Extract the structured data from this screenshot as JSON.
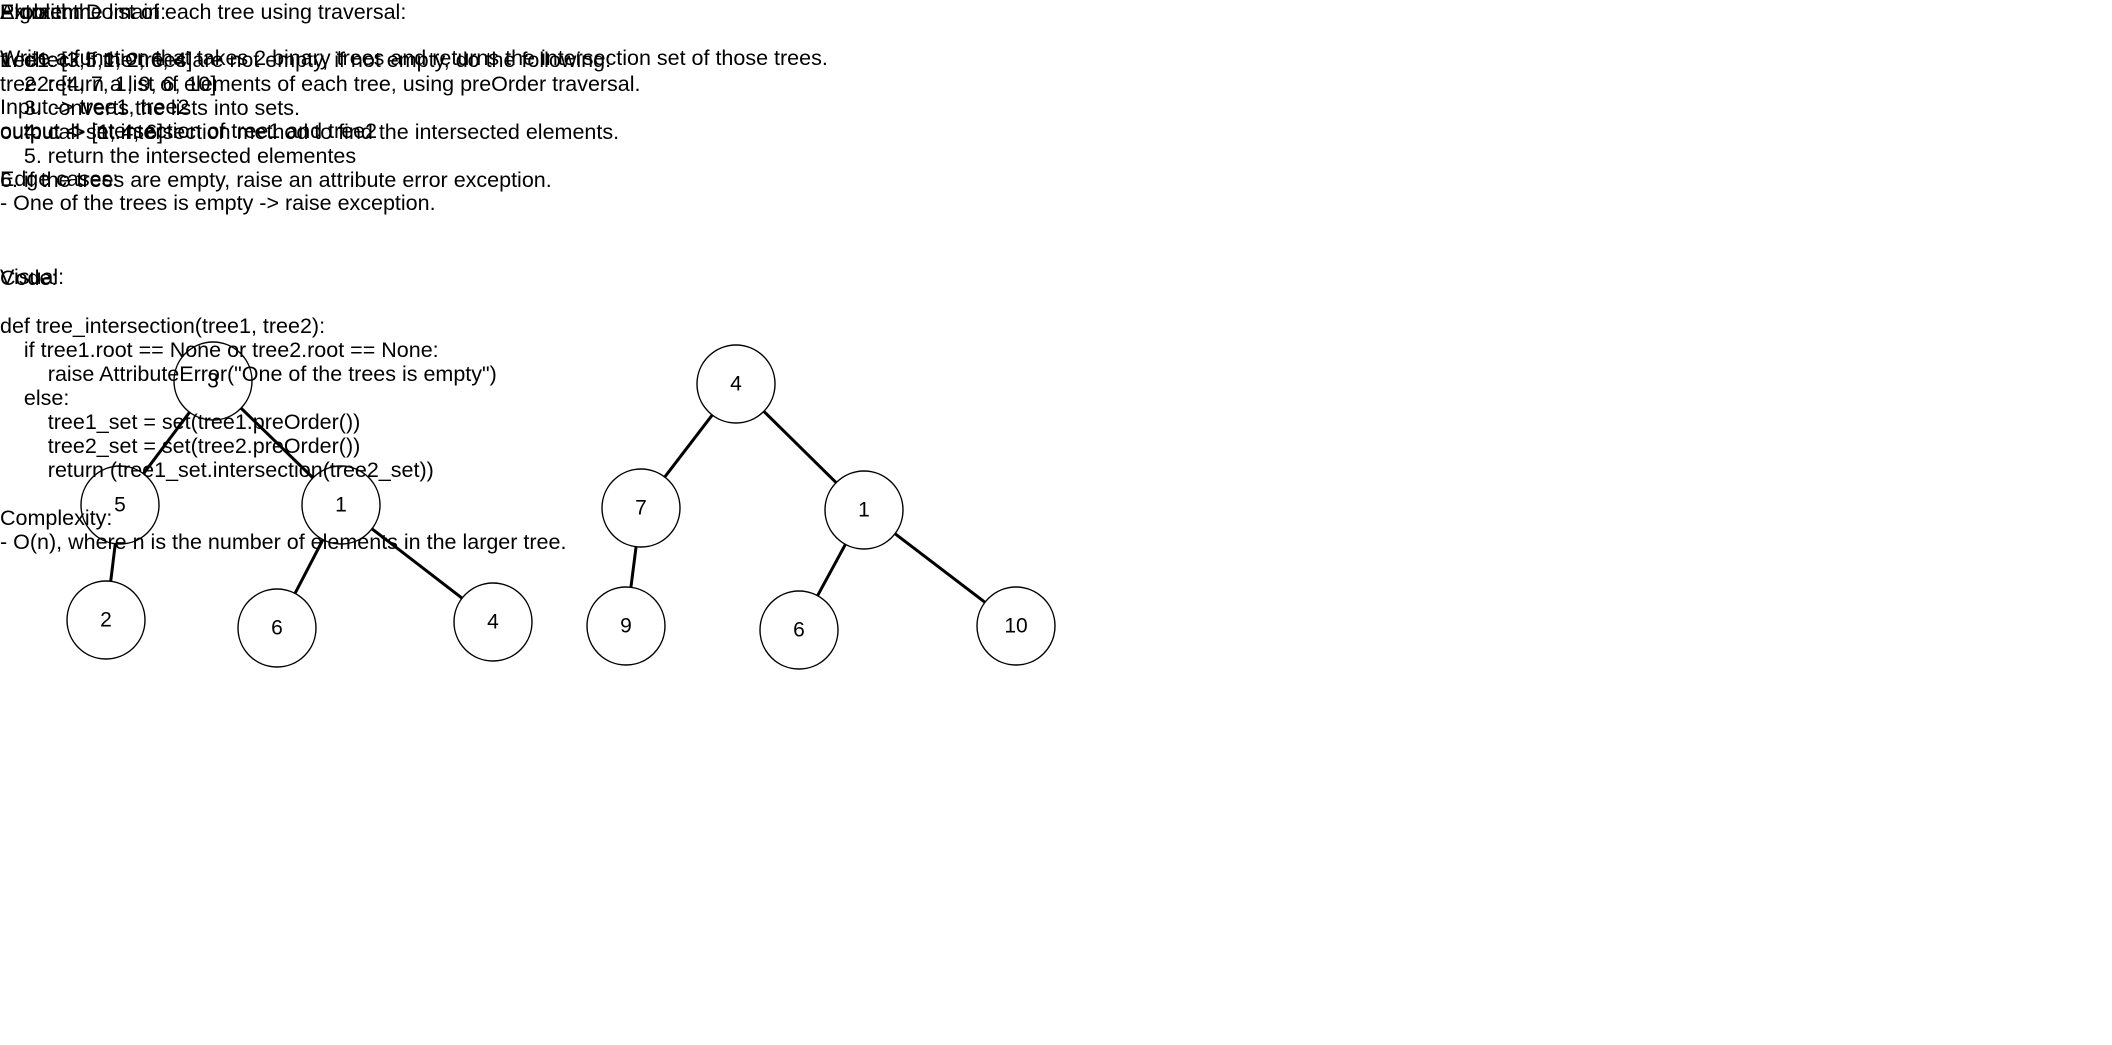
{
  "problem": {
    "heading": "Problem Domain:",
    "description": "Write a function that takes 2 binary trees and returns the intersection set of those trees.",
    "input": "Input -> tree1, tree2",
    "output": "output <- intersection of tree1 and tree2",
    "edge_heading": "Edge cases:",
    "edge_case": "- One of the trees is empty -> raise exception.",
    "visual_heading": "Visual:"
  },
  "algorithm": {
    "heading": "Algorithm:",
    "steps": [
      "1. check if the trees are not empty, if not empty, do the following:",
      "    2. return a list of elements of each tree, using preOrder traversal.",
      "    3. converts the lists into sets.",
      "    4. call set.intersection method to find the intersected elements.",
      "    5. return the intersected elementes",
      "6. if the trees are empty, raise an attribute error exception."
    ]
  },
  "code": {
    "heading": "Code:",
    "lines": [
      "def tree_intersection(tree1, tree2):",
      "    if tree1.root == None or tree2.root == None:",
      "        raise AttributeError(\"One of the trees is empty\")",
      "    else:",
      "        tree1_set = set(tree1.preOrder())",
      "        tree2_set = set(tree2.preOrder())",
      "        return (tree1_set.intersection(tree2_set))"
    ]
  },
  "complexity": {
    "heading": "Complexity:",
    "text": "- O(n), where n is the number of elements in the larger tree."
  },
  "traversal": {
    "heading": "Extract the list of each tree using traversal:",
    "tree1": "tree1: [3,5,1, 2, 6, 4]",
    "tree2": "tree2: [4, 7, 1, 9, 6, 10]",
    "output": "output -> [1, 4, 6]"
  },
  "trees": [
    {
      "name": "tree1",
      "root": {
        "value": "3",
        "left": {
          "value": "5",
          "left": {
            "value": "2"
          }
        },
        "right": {
          "value": "1",
          "left": {
            "value": "6"
          },
          "right": {
            "value": "4"
          }
        }
      }
    },
    {
      "name": "tree2",
      "root": {
        "value": "4",
        "left": {
          "value": "7",
          "left": {
            "value": "9"
          }
        },
        "right": {
          "value": "1",
          "left": {
            "value": "6"
          },
          "right": {
            "value": "10"
          }
        }
      }
    }
  ]
}
